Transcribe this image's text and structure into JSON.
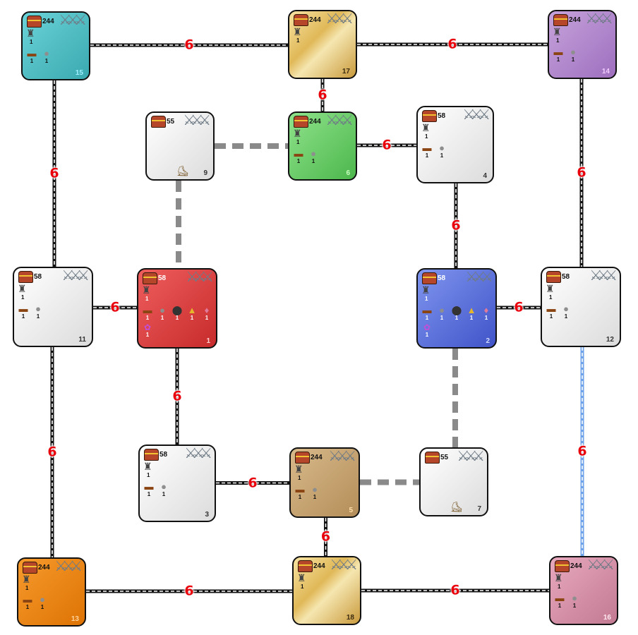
{
  "colors": {
    "road": "#111111",
    "road_dash": "#ffffff",
    "road_gray": "#8a8a8a",
    "road_blue": "#6ea3ea",
    "cost_label": "#e8000b"
  },
  "icons": {
    "chest": "treasure-chest-icon",
    "swords": "crossed-swords-icon",
    "castle": "castle-icon",
    "wood": "wood-logs-icon",
    "stone": "stone-pile-icon",
    "pot": "cauldron-icon",
    "sand": "sand-pile-icon",
    "crystal": "crystal-icon",
    "gems": "gems-icon",
    "scout": "scout-boot-icon"
  },
  "nodes": [
    {
      "id": "15",
      "gold": "244",
      "castle": "1",
      "resources": [
        "wood",
        "stone"
      ],
      "res_counts": [
        "1",
        "1"
      ],
      "style": "teal"
    },
    {
      "id": "17",
      "gold": "244",
      "castle": "1",
      "resources": [],
      "res_counts": [],
      "style": "gold"
    },
    {
      "id": "14",
      "gold": "244",
      "castle": "1",
      "resources": [
        "wood",
        "stone"
      ],
      "res_counts": [
        "1",
        "1"
      ],
      "style": "purple"
    },
    {
      "id": "9",
      "gold": "55",
      "castle": null,
      "resources": [],
      "res_counts": [],
      "style": "neutral",
      "scout": true
    },
    {
      "id": "6",
      "gold": "244",
      "castle": "1",
      "resources": [
        "wood",
        "stone"
      ],
      "res_counts": [
        "1",
        "1"
      ],
      "style": "green"
    },
    {
      "id": "4",
      "gold": "58",
      "castle": "1",
      "resources": [
        "wood",
        "stone"
      ],
      "res_counts": [
        "1",
        "1"
      ],
      "style": "neutral"
    },
    {
      "id": "11",
      "gold": "58",
      "castle": "1",
      "resources": [
        "wood",
        "stone"
      ],
      "res_counts": [
        "1",
        "1"
      ],
      "style": "neutral"
    },
    {
      "id": "1",
      "gold": "58",
      "castle": "1",
      "resources": [
        "wood",
        "stone",
        "pot",
        "sand",
        "crystal"
      ],
      "res_counts": [
        "1",
        "1",
        "1",
        "1",
        "1"
      ],
      "extra": "1",
      "style": "red"
    },
    {
      "id": "2",
      "gold": "58",
      "castle": "1",
      "resources": [
        "wood",
        "stone",
        "pot",
        "sand",
        "crystal"
      ],
      "res_counts": [
        "1",
        "1",
        "1",
        "1",
        "1"
      ],
      "extra": "1",
      "style": "blue"
    },
    {
      "id": "12",
      "gold": "58",
      "castle": "1",
      "resources": [
        "wood",
        "stone"
      ],
      "res_counts": [
        "1",
        "1"
      ],
      "style": "neutral"
    },
    {
      "id": "3",
      "gold": "58",
      "castle": "1",
      "resources": [
        "wood",
        "stone"
      ],
      "res_counts": [
        "1",
        "1"
      ],
      "style": "neutral"
    },
    {
      "id": "5",
      "gold": "244",
      "castle": "1",
      "resources": [
        "wood",
        "stone"
      ],
      "res_counts": [
        "1",
        "1"
      ],
      "style": "tan"
    },
    {
      "id": "7",
      "gold": "55",
      "castle": null,
      "resources": [],
      "res_counts": [],
      "style": "neutral",
      "scout": true
    },
    {
      "id": "13",
      "gold": "244",
      "castle": "1",
      "resources": [
        "wood",
        "stone"
      ],
      "res_counts": [
        "1",
        "1"
      ],
      "style": "orange"
    },
    {
      "id": "18",
      "gold": "244",
      "castle": "1",
      "resources": [],
      "res_counts": [],
      "style": "gold"
    },
    {
      "id": "16",
      "gold": "244",
      "castle": "1",
      "resources": [
        "wood",
        "stone"
      ],
      "res_counts": [
        "1",
        "1"
      ],
      "style": "pink"
    }
  ],
  "roads": [
    {
      "from": "15",
      "to": "17",
      "type": "rail",
      "cost": "6"
    },
    {
      "from": "17",
      "to": "14",
      "type": "rail",
      "cost": "6"
    },
    {
      "from": "17",
      "to": "6",
      "type": "rail",
      "cost": "6"
    },
    {
      "from": "15",
      "to": "11",
      "type": "rail",
      "cost": "6"
    },
    {
      "from": "14",
      "to": "12",
      "type": "rail",
      "cost": "6"
    },
    {
      "from": "9",
      "to": "6",
      "type": "dashed",
      "cost": ""
    },
    {
      "from": "6",
      "to": "4",
      "type": "rail",
      "cost": "6"
    },
    {
      "from": "9",
      "to": "1",
      "type": "dashed",
      "cost": ""
    },
    {
      "from": "4",
      "to": "2",
      "type": "rail",
      "cost": "6"
    },
    {
      "from": "11",
      "to": "1",
      "type": "rail",
      "cost": "6"
    },
    {
      "from": "2",
      "to": "12",
      "type": "rail",
      "cost": "6"
    },
    {
      "from": "1",
      "to": "3",
      "type": "rail",
      "cost": "6"
    },
    {
      "from": "2",
      "to": "7",
      "type": "dashed",
      "cost": ""
    },
    {
      "from": "12",
      "to": "16",
      "type": "blue",
      "cost": "6"
    },
    {
      "from": "11",
      "to": "13",
      "type": "rail",
      "cost": "6"
    },
    {
      "from": "3",
      "to": "5",
      "type": "rail",
      "cost": "6"
    },
    {
      "from": "5",
      "to": "7",
      "type": "dashed",
      "cost": ""
    },
    {
      "from": "5",
      "to": "18",
      "type": "rail",
      "cost": "6"
    },
    {
      "from": "13",
      "to": "18",
      "type": "rail",
      "cost": "6"
    },
    {
      "from": "18",
      "to": "16",
      "type": "rail",
      "cost": "6"
    }
  ]
}
